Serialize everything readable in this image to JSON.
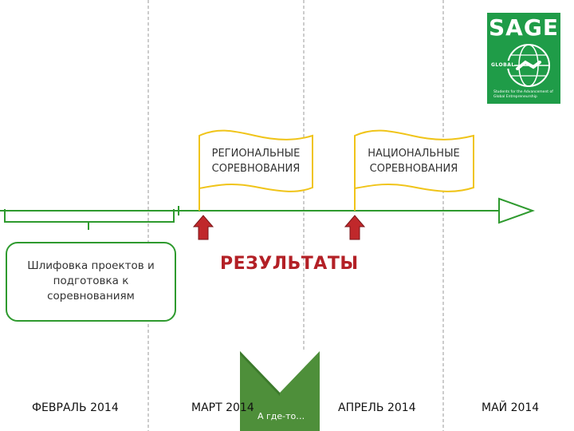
{
  "flags": [
    {
      "line1": "РЕГИОНАЛЬНЫЕ",
      "line2": "СОРЕВНОВАНИЯ"
    },
    {
      "line1": "НАЦИОНАЛЬНЫЕ",
      "line2": "СОРЕВНОВАНИЯ"
    }
  ],
  "results_label": "РЕЗУЛЬТАТЫ",
  "prep_box": {
    "line1": "Шлифовка проектов и",
    "line2": "подготовка к",
    "line3": "соревнованиям"
  },
  "months": [
    "ФЕВРАЛЬ 2014",
    "МАРТ 2014",
    "АПРЕЛЬ 2014",
    "МАЙ 2014"
  ],
  "ribbon_label": "А где-то…",
  "logo": {
    "title": "SAGE",
    "subtitle": "GLOBAL",
    "tagline": "Students for the Advancement of Global Entrepreneurship"
  },
  "colors": {
    "timeline": "#2e9a2e",
    "flag_border": "#f0c419",
    "arrow": "#c0282b",
    "results": "#b32026",
    "ribbon": "#4e8f3a",
    "logo": "#1f9c48"
  }
}
